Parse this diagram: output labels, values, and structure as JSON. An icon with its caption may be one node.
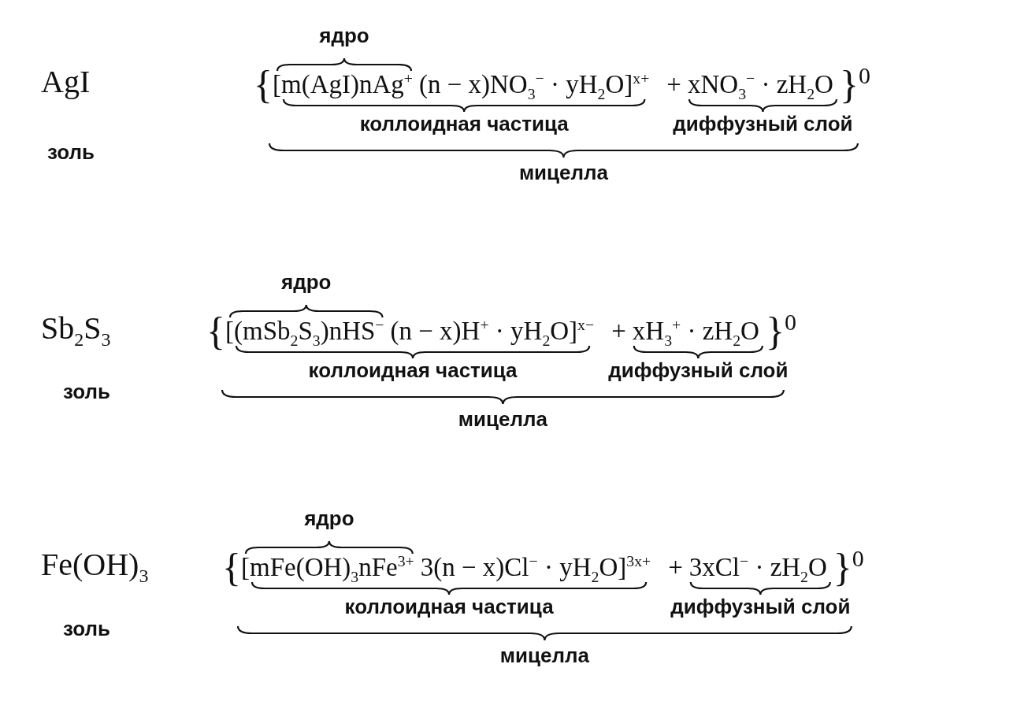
{
  "diagram": {
    "labels": [
      "ядро",
      "AgI",
      "{",
      "[m(AgI)nAg$^{+}$",
      "(n − x)NO$_{3}$$^{−}$ · yH$_{2}$O]$^{x+}$",
      "+",
      "xNO$_{3}$$^{−}$ · zH$_{2}$O",
      "}$^{0}$",
      "золь",
      "коллоидная частица",
      "диффузный слой",
      "мицелла",
      "ядро",
      "Sb$_{2}$S$_{3}$",
      "{",
      "[(mSb$_{2}$S$_{3}$)nHS$^{−}$",
      "(n − x)H$^{+}$ · yH$_{2}$O]$^{x−}$",
      "+",
      "xH$_{3}$$^{+}$ · zH$_{2}$O",
      "}$^{0}$",
      "золь",
      "коллоидная частица",
      "диффузный слой",
      "мицелла",
      "ядро",
      "Fe(OH)$_{3}$",
      "{",
      "[mFe(OH)$_{3}$nFe$^{3+}$",
      "3(n − x)Cl$^{−}$ · yH$_{2}$O]$^{3x+}$",
      "+",
      "3xCl$^{−}$ · zH$_{2}$O",
      "}$^{0}$",
      "золь",
      "коллоидная частица",
      "диффузный слой",
      "мицелла"
    ]
  }
}
